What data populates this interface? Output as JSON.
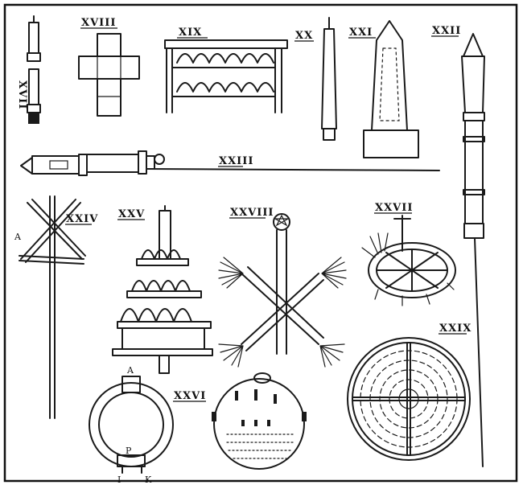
{
  "labels": {
    "n17": "XVII",
    "n18": "XVIII",
    "n19": "XIX",
    "n20": "XX",
    "n21": "XXI",
    "n22": "XXII",
    "n23": "XXIII",
    "n24": "XXIV",
    "n25": "XXV",
    "n26": "XXVI",
    "n27": "XXVII",
    "n28": "XXVIII",
    "n29": "XXIX"
  },
  "letters": {
    "a24": "A",
    "a26": "A",
    "p26": "P",
    "i26": "I",
    "k26": "K"
  }
}
